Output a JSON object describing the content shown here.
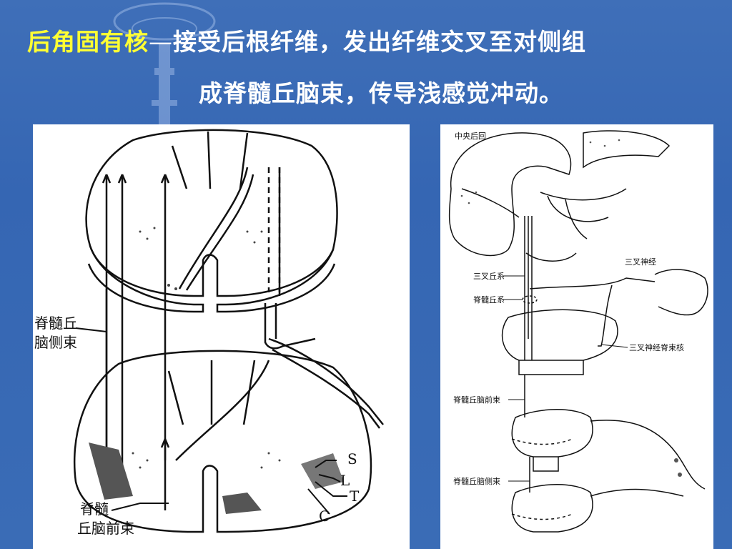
{
  "title": {
    "keyword": "后角固有核",
    "dash": "—",
    "line1_rest": "接受后根纤维，发出纤维交叉至对侧组",
    "line2": "成脊髓丘脑束，传导浅感觉冲动。"
  },
  "left_figure": {
    "labels": {
      "lateral_tract_1": "脊髓丘",
      "lateral_tract_2": "脑侧束",
      "anterior_tract_1": "脊髓",
      "anterior_tract_2": "丘脑前束",
      "S": "S",
      "L": "L",
      "T": "T",
      "C": "C"
    }
  },
  "right_figure": {
    "labels": {
      "postcentral_gyrus": "中央后回",
      "trigeminal_nerve": "三叉神经",
      "trigeminothalamic_tract": "三叉丘系",
      "spinothalamic_lemniscus": "脊髓丘系",
      "spinal_trigeminal_nucleus": "三叉神经脊束核",
      "anterior_spinothalamic": "脊髓丘脑前束",
      "lateral_spinothalamic": "脊髓丘脑侧束"
    }
  },
  "colors": {
    "background": "#3566b3",
    "keyword": "#ffff33",
    "title": "#ffffff"
  }
}
